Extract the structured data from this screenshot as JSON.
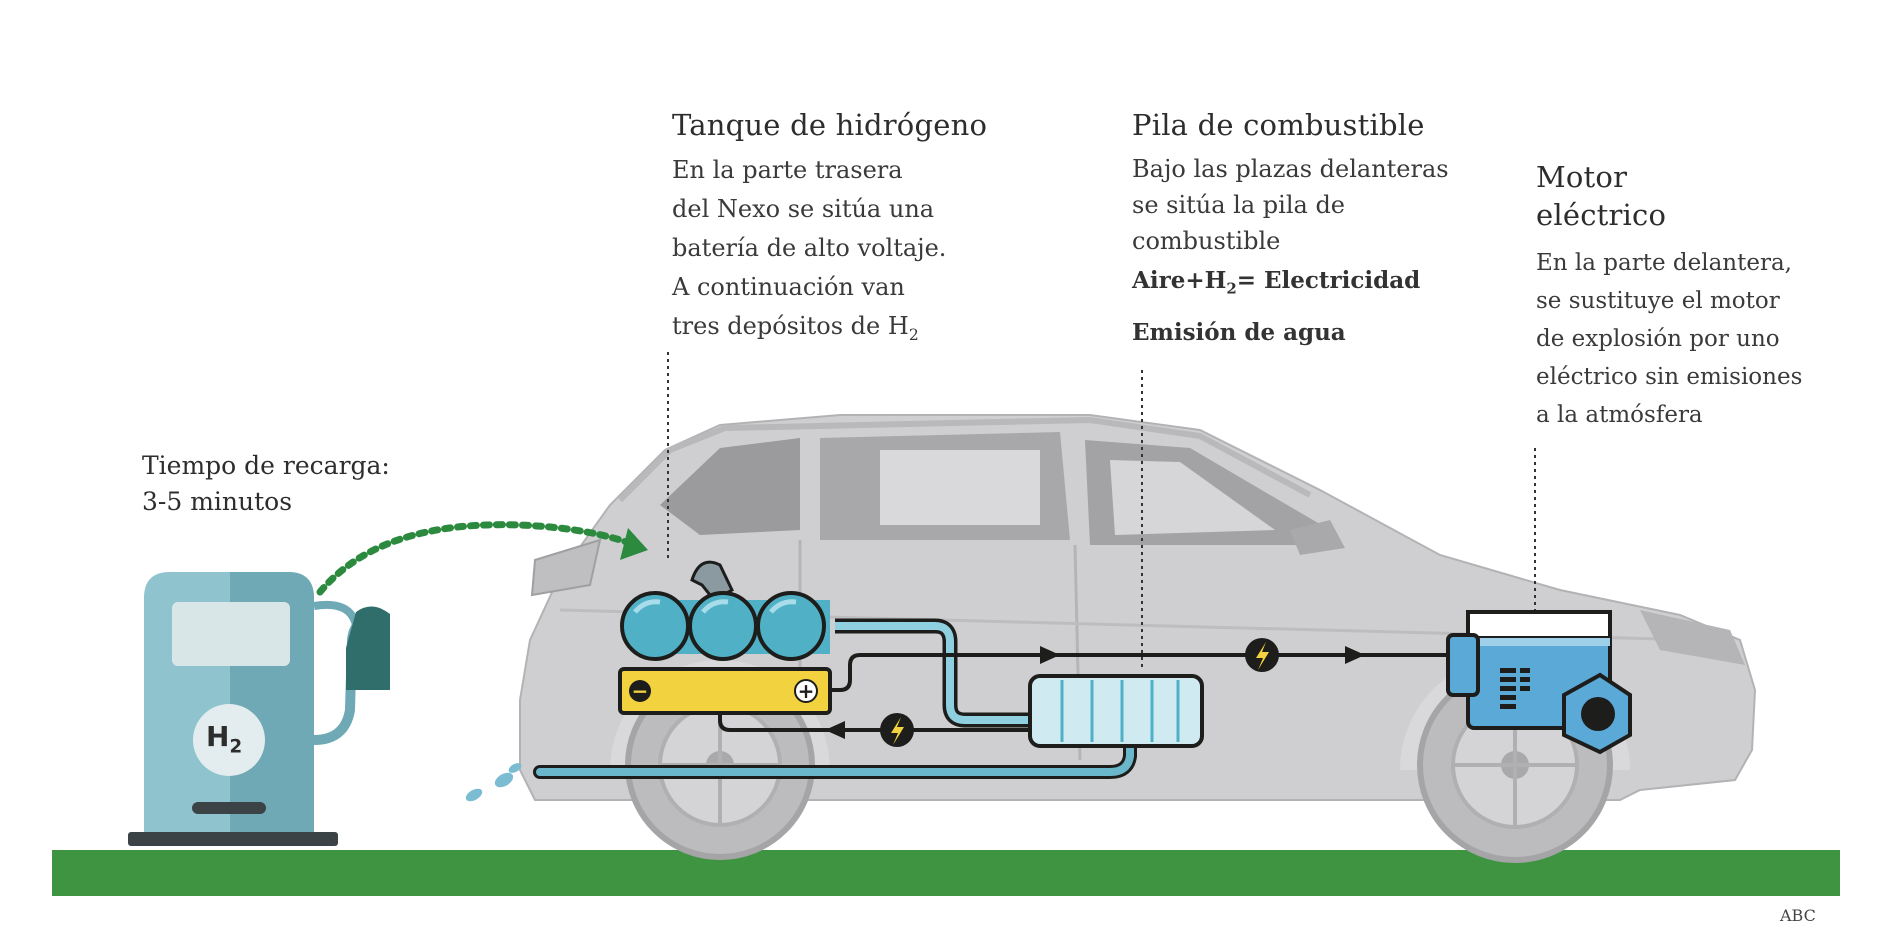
{
  "recharge": {
    "lines": [
      "Tiempo de recarga:",
      "3-5 minutos"
    ]
  },
  "tank": {
    "title": "Tanque de hidrógeno",
    "lines": [
      "En la parte trasera",
      "del Nexo se sitúa una",
      "batería de alto voltaje.",
      "A continuación van",
      "tres depósitos de H"
    ],
    "subscript": "2"
  },
  "fuel_cell": {
    "title": "Pila de combustible",
    "lines": [
      "Bajo las plazas delanteras",
      "se sitúa la pila de",
      "combustible"
    ],
    "formula_pre": "Aire+H",
    "formula_sub": "2",
    "formula_post": "= Electricidad",
    "emission": "Emisión de agua"
  },
  "motor": {
    "title_lines": [
      "Motor",
      "eléctrico"
    ],
    "lines": [
      "En la parte delantera,",
      "se sustituye el motor",
      "de explosión por uno",
      "eléctrico sin emisiones",
      "a la atmósfera"
    ]
  },
  "pump": {
    "label": "H",
    "label_sub": "2"
  },
  "battery": {
    "minus": "−",
    "plus": "+"
  },
  "credit": "ABC",
  "colors": {
    "ground": "#3f9442",
    "car_body": "#c9c9cb",
    "pump": "#6fa9b5",
    "tank_blue": "#4fb0c6",
    "battery_yellow": "#f3d23f",
    "flow_arrow": "#2c8a3e",
    "pipe_blue": "#6ab7cc",
    "wire": "#1d1d1b"
  }
}
